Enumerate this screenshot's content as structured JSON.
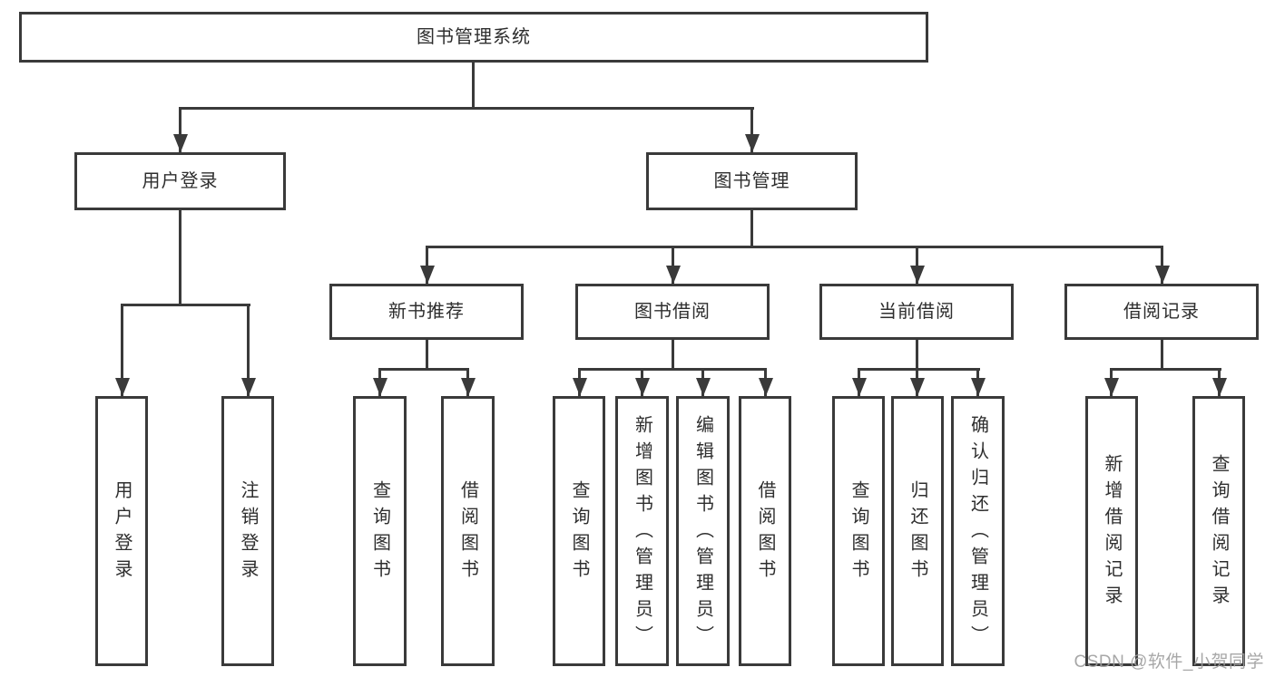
{
  "tree": {
    "label": "图书管理系统",
    "children": [
      {
        "label": "用户登录",
        "children": [
          {
            "label": "用户登录"
          },
          {
            "label": "注销登录"
          }
        ]
      },
      {
        "label": "图书管理",
        "children": [
          {
            "label": "新书推荐",
            "children": [
              {
                "label": "查询图书"
              },
              {
                "label": "借阅图书"
              }
            ]
          },
          {
            "label": "图书借阅",
            "children": [
              {
                "label": "查询图书"
              },
              {
                "label": "新增图书（管理员）"
              },
              {
                "label": "编辑图书（管理员）"
              },
              {
                "label": "借阅图书"
              }
            ]
          },
          {
            "label": "当前借阅",
            "children": [
              {
                "label": "查询图书"
              },
              {
                "label": "归还图书"
              },
              {
                "label": "确认归还（管理员）"
              }
            ]
          },
          {
            "label": "借阅记录",
            "children": [
              {
                "label": "新增借阅记录"
              },
              {
                "label": "查询借阅记录"
              }
            ]
          }
        ]
      }
    ]
  },
  "watermark": {
    "text": "CSDN @软件_小贺同学"
  },
  "colors": {
    "background": "#ffffff",
    "line": "#3a3a3a",
    "box_border": "#3a3a3a",
    "box_fill": "#ffffff",
    "text": "#2e2e2e",
    "watermark": "#9e9e9e"
  }
}
